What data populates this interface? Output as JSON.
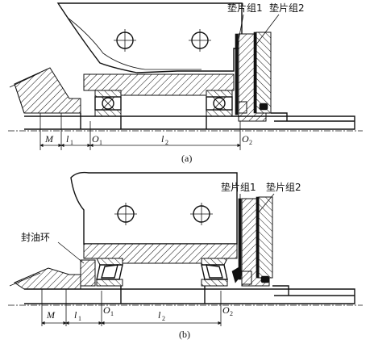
{
  "labels": {
    "shim_group_1": "垫片组1",
    "shim_group_2": "垫片组2",
    "oil_seal_ring": "封油环"
  },
  "dimensions": {
    "M": "M",
    "l": "l",
    "sub_1": "1",
    "sub_2": "2",
    "O": "O"
  },
  "captions": {
    "a": "(a)",
    "b": "(b)"
  }
}
